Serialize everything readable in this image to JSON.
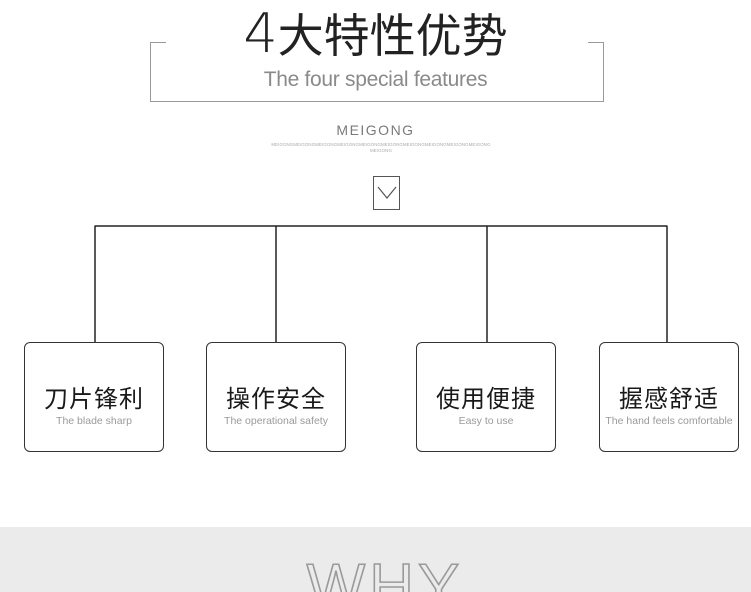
{
  "header": {
    "title_digit": "4",
    "title_cn": "大特性优势",
    "subtitle": "The four special features"
  },
  "brand": {
    "name": "MEIGONG",
    "small_text": "MEIGONGMEIGONGMEIGONGMEIGONGMEIGONGMEIGONGMEIGONGMEIGONGMEIGONGMEIGONGMEIGONG"
  },
  "features": [
    {
      "cn": "刀片锋利",
      "en": "The blade sharp"
    },
    {
      "cn": "操作安全",
      "en": "The operational safety"
    },
    {
      "cn": "使用便捷",
      "en": "Easy to use"
    },
    {
      "cn": "握感舒适",
      "en": "The hand feels comfortable"
    }
  ],
  "footer": {
    "heading": "WHY"
  },
  "colors": {
    "line": "#222222",
    "frame": "#9a9a9a",
    "band": "#ebebeb"
  },
  "icons": {
    "arrow": "chevron-down-icon"
  }
}
